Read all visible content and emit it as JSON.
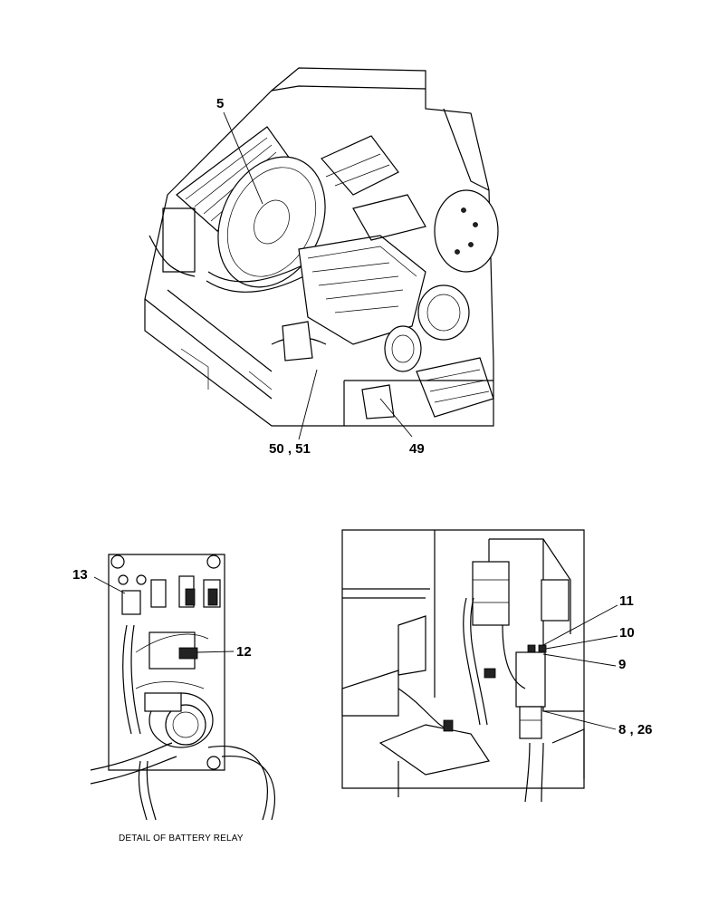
{
  "callouts": {
    "c5": "5",
    "c50_51": "50 , 51",
    "c49": "49",
    "c13": "13",
    "c12": "12",
    "c11": "11",
    "c10": "10",
    "c9": "9",
    "c8_26": "8 , 26"
  },
  "captions": {
    "battery_relay": "DETAIL OF BATTERY RELAY"
  }
}
